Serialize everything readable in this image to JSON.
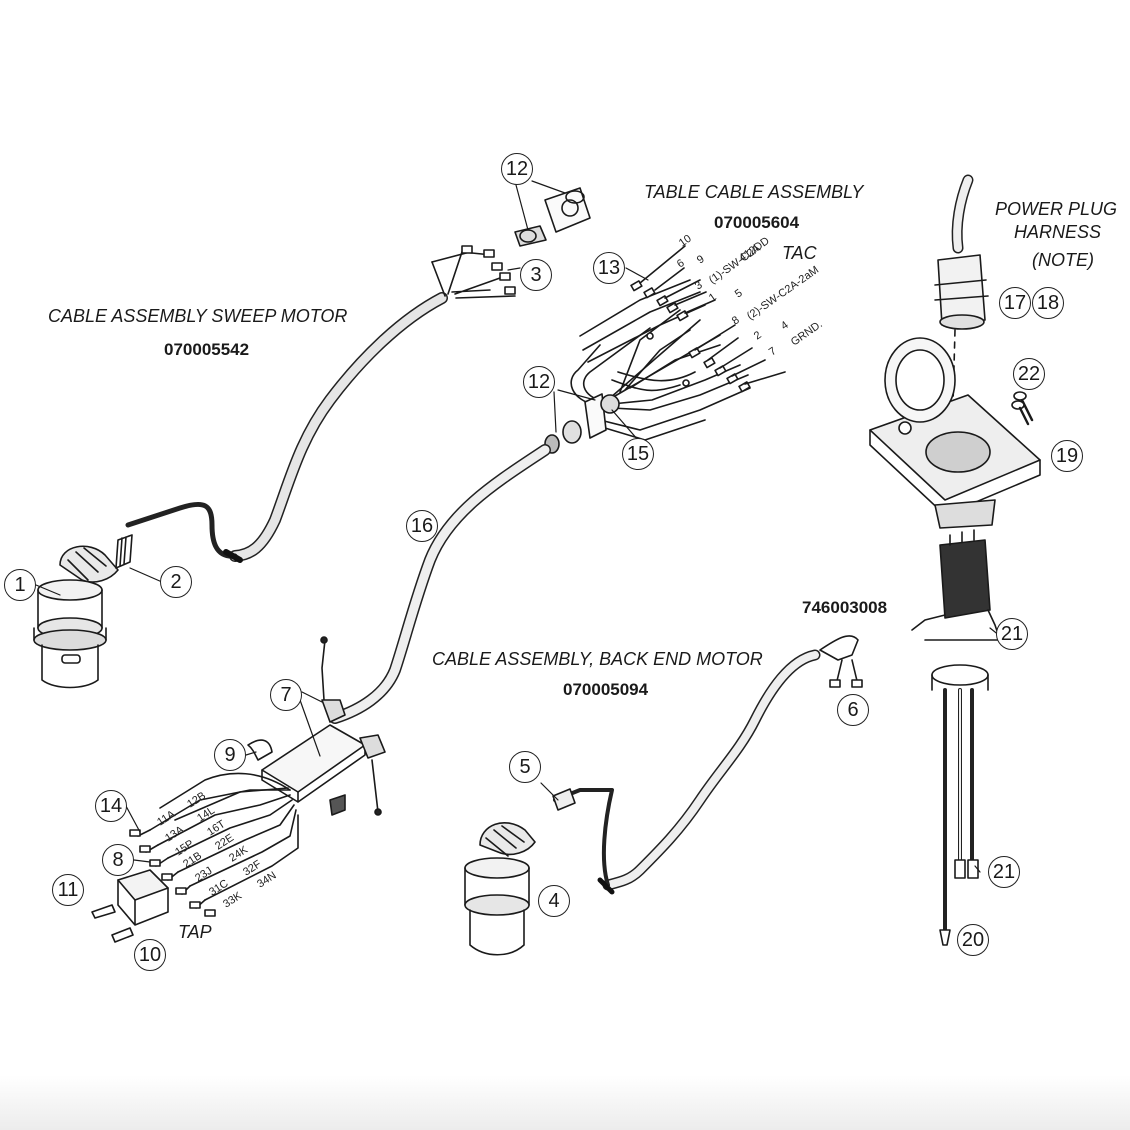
{
  "labels": {
    "table_cable_title": "TABLE CABLE ASSEMBLY",
    "table_cable_pn": "070005604",
    "sweep_title": "CABLE ASSEMBLY SWEEP MOTOR",
    "sweep_pn": "070005542",
    "power_title_1": "POWER PLUG",
    "power_title_2": "HARNESS",
    "power_note": "(NOTE)",
    "tac": "TAC",
    "backend_title": "CABLE ASSEMBLY, BACK END MOTOR",
    "backend_pn": "070005094",
    "pn_746": "746003008",
    "tap": "TAP"
  },
  "callouts": {
    "c1": "1",
    "c2": "2",
    "c3": "3",
    "c4": "4",
    "c5": "5",
    "c6": "6",
    "c7": "7",
    "c8": "8",
    "c9": "9",
    "c10": "10",
    "c11": "11",
    "c12a": "12",
    "c12b": "12",
    "c13": "13",
    "c14": "14",
    "c15": "15",
    "c16": "16",
    "c17": "17",
    "c18": "18",
    "c19": "19",
    "c20": "20",
    "c21a": "21",
    "c21b": "21",
    "c22": "22"
  },
  "wire_labels_table": [
    "10",
    "6",
    "9",
    "3",
    "1",
    "5",
    "8",
    "2",
    "4",
    "7",
    "GRND."
  ],
  "switch_labels": [
    "(1)-SW-C2A",
    "412DD",
    "(2)-SW-C2A-2aM"
  ],
  "wire_labels_tap": [
    "11A",
    "12B",
    "13A",
    "14L",
    "15P",
    "16T",
    "21B",
    "22E",
    "23J",
    "24K",
    "31C",
    "32F",
    "33K",
    "34N"
  ]
}
